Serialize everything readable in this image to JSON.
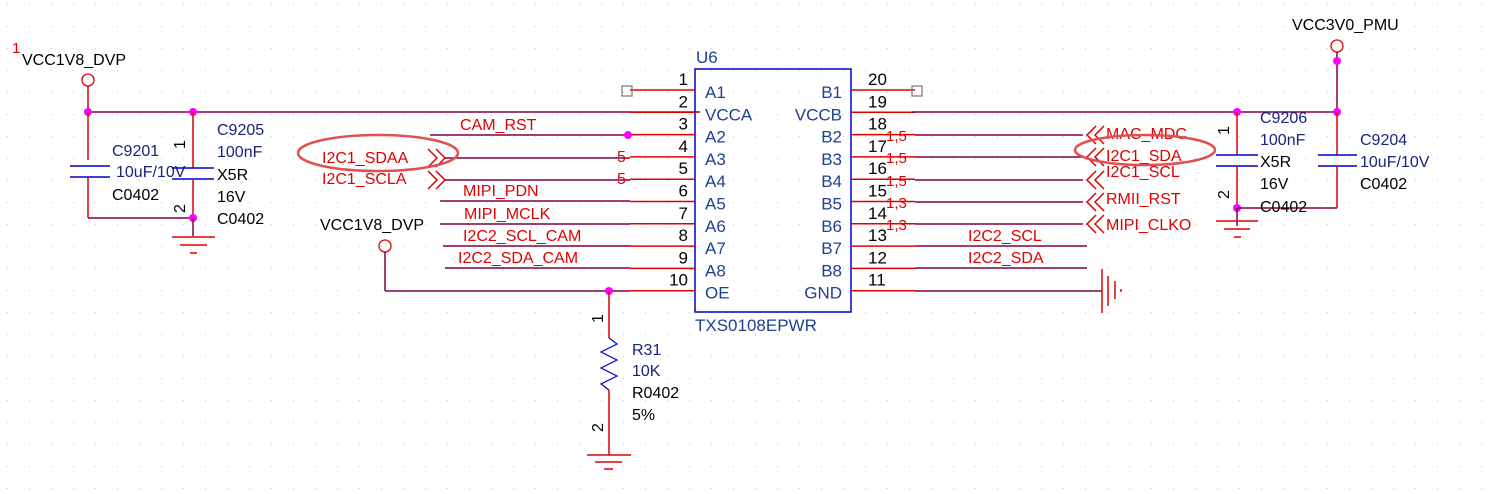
{
  "power": {
    "left": "VCC1V8_DVP",
    "left_oe": "VCC1V8_DVP",
    "right": "VCC3V0_PMU",
    "page_marker": "1"
  },
  "ic": {
    "ref": "U6",
    "part": "TXS0108EPWR",
    "left_pins": [
      {
        "num": "1",
        "name": "A1"
      },
      {
        "num": "2",
        "name": "VCCA"
      },
      {
        "num": "3",
        "name": "A2"
      },
      {
        "num": "4",
        "name": "A3"
      },
      {
        "num": "5",
        "name": "A4"
      },
      {
        "num": "6",
        "name": "A5"
      },
      {
        "num": "7",
        "name": "A6"
      },
      {
        "num": "8",
        "name": "A7"
      },
      {
        "num": "9",
        "name": "A8"
      },
      {
        "num": "10",
        "name": "OE"
      }
    ],
    "right_pins": [
      {
        "num": "20",
        "name": "B1"
      },
      {
        "num": "19",
        "name": "VCCB"
      },
      {
        "num": "18",
        "name": "B2"
      },
      {
        "num": "17",
        "name": "B3"
      },
      {
        "num": "16",
        "name": "B4"
      },
      {
        "num": "15",
        "name": "B5"
      },
      {
        "num": "14",
        "name": "B6"
      },
      {
        "num": "13",
        "name": "B7"
      },
      {
        "num": "12",
        "name": "B8"
      },
      {
        "num": "11",
        "name": "GND"
      }
    ]
  },
  "nets_left": {
    "cam_rst": "CAM_RST",
    "i2c1_sdaa": "I2C1_SDAA",
    "i2c1_scla": "I2C1_SCLA",
    "mipi_pdn": "MIPI_PDN",
    "mipi_mclk": "MIPI_MCLK",
    "i2c2_scl_cam": "I2C2_SCL_CAM",
    "i2c2_sda_cam": "I2C2_SDA_CAM",
    "offpage_ref_a3": "5",
    "offpage_ref_a4": "5"
  },
  "nets_right": {
    "mac_mdc": "MAC_MDC",
    "i2c1_sda": "I2C1_SDA",
    "i2c1_scl": "I2C1_SCL",
    "rmii_rst": "RMII_RST",
    "mipi_clko": "MIPI_CLKO",
    "i2c2_scl": "I2C2_SCL",
    "i2c2_sda": "I2C2_SDA",
    "refs": [
      "1,5",
      "1,5",
      "1,5",
      "1,3",
      "1,3"
    ]
  },
  "components": {
    "c9201": {
      "ref": "C9201",
      "value": "10uF/10V",
      "pkg": "C0402"
    },
    "c9205": {
      "ref": "C9205",
      "value": "100nF",
      "dielectric": "X5R",
      "voltage": "16V",
      "pkg": "C0402",
      "pin1": "1",
      "pin2": "2"
    },
    "c9206": {
      "ref": "C9206",
      "value": "100nF",
      "dielectric": "X5R",
      "voltage": "16V",
      "pkg": "C0402",
      "pin1": "1",
      "pin2": "2"
    },
    "c9204": {
      "ref": "C9204",
      "value": "10uF/10V",
      "pkg": "C0402"
    },
    "r31": {
      "ref": "R31",
      "value": "10K",
      "pkg": "R0402",
      "tolerance": "5%",
      "pin1": "1",
      "pin2": "2"
    }
  }
}
